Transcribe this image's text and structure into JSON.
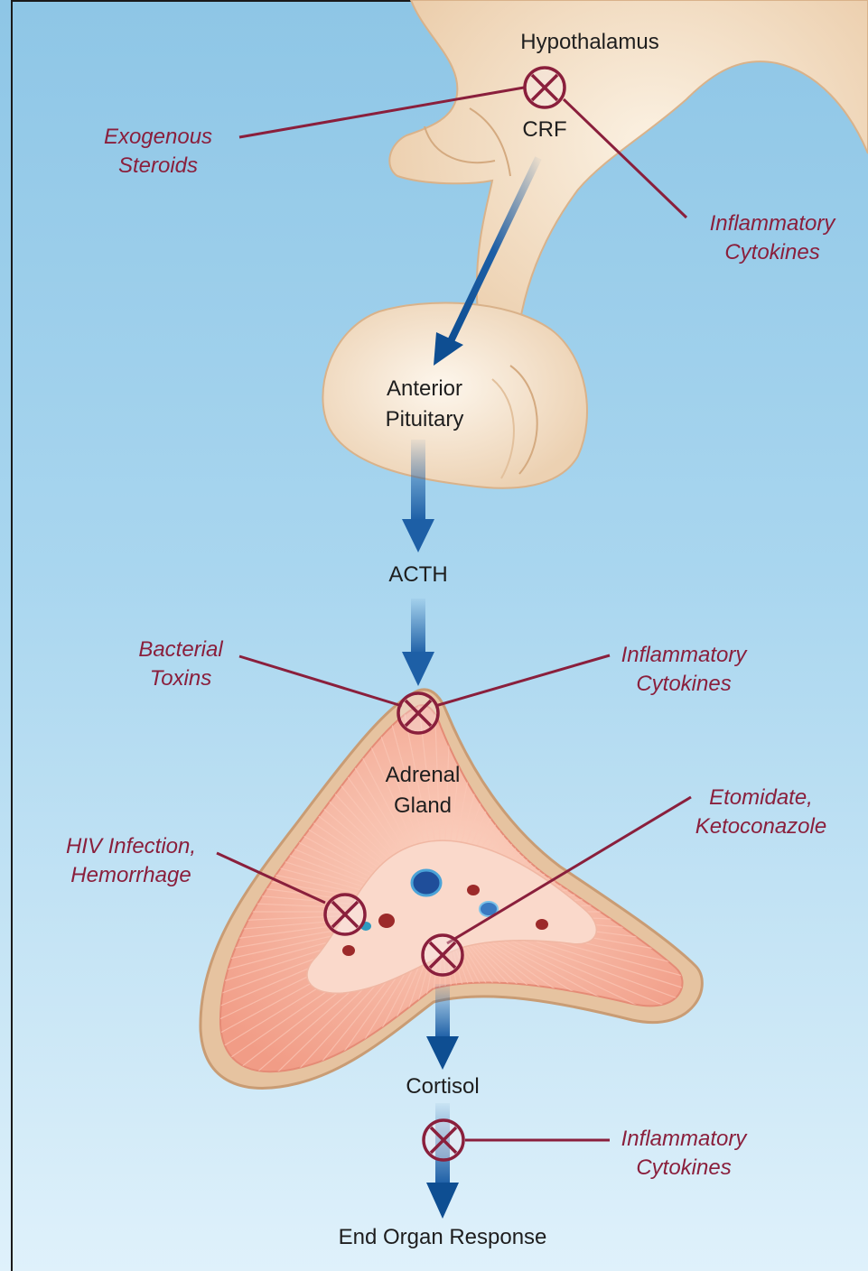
{
  "colors": {
    "background_top": "#8ec6e6",
    "background_bottom": "#dff1fb",
    "brain_tissue": "#f2dcc0",
    "adrenal_tissue": "#f4a994",
    "hormone_arrow": "#1d5fa6",
    "inhibition": "#8a1f3c"
  },
  "structures": {
    "hypothalamus": "Hypothalamus",
    "anterior_pituitary": [
      "Anterior",
      "Pituitary"
    ],
    "adrenal_gland": [
      "Adrenal",
      "Gland"
    ],
    "end_organ": "End Organ Response"
  },
  "hormones": {
    "crf": "CRF",
    "acth": "ACTH",
    "cortisol": "Cortisol"
  },
  "inhibitors": {
    "exogenous_steroids": [
      "Exogenous",
      "Steroids"
    ],
    "cytokines_hypothalamus": [
      "Inflammatory",
      "Cytokines"
    ],
    "bacterial_toxins": [
      "Bacterial",
      "Toxins"
    ],
    "cytokines_adrenal": [
      "Inflammatory",
      "Cytokines"
    ],
    "etomidate": [
      "Etomidate,",
      "Ketoconazole"
    ],
    "hiv_hemorrhage": [
      "HIV Infection,",
      "Hemorrhage"
    ],
    "cytokines_end_organ": [
      "Inflammatory",
      "Cytokines"
    ]
  },
  "inhibition_symbol": "circle-x-icon"
}
